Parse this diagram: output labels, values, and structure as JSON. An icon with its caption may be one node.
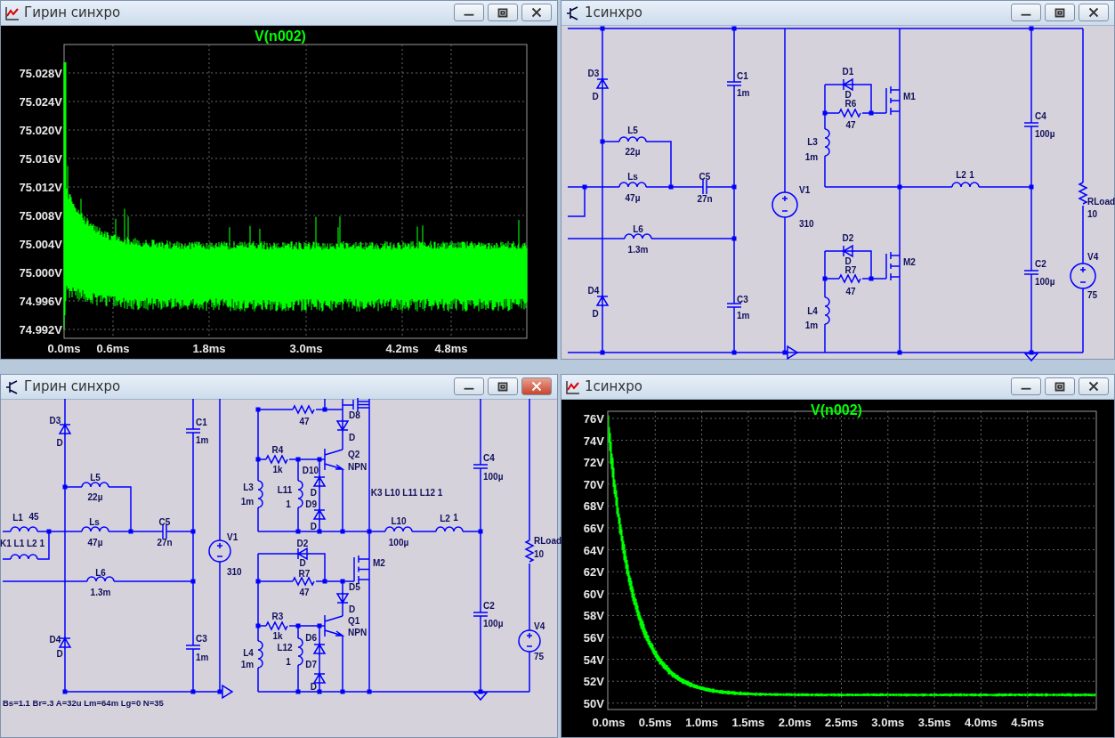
{
  "diagram": {
    "nodes": [
      {
        "text": [
          "Гирин синхро"
        ]
      },
      {
        "text": [
          "1синхро"
        ]
      },
      {
        "text": [
          "Гирин синхро"
        ]
      },
      {
        "text": [
          "1синхро"
        ]
      }
    ],
    "labels": [
      "V(n002)",
      "75.028V",
      "75.024V",
      "75.020V",
      "75.016V",
      "75.012V",
      "75.008V",
      "75.004V",
      "75.000V",
      "74.996V",
      "74.992V",
      "0.0ms",
      "0.6ms",
      "1.8ms",
      "3.0ms",
      "4.2ms",
      "4.8ms",
      "D3",
      "C1",
      "D1",
      "D",
      "1m",
      "D",
      "M1",
      "R6",
      "C4",
      "L5",
      "47",
      "100µ",
      "L3",
      "22µ",
      "1m",
      "Ls",
      "C5",
      "L2",
      "1",
      "V1",
      "47µ",
      "27n",
      "RLoad",
      "10",
      "310",
      "L6",
      "D2",
      "1.3m",
      "D",
      "M2",
      "C2",
      "V4",
      "R7",
      "100µ",
      "D4",
      "C3",
      "47",
      "75",
      "D",
      "1m",
      "L4",
      "1m",
      "D3",
      "C1",
      "47",
      "D8",
      "D",
      "1m",
      "D",
      "R4",
      "Q2",
      "C4",
      "1k",
      "D10",
      "NPN",
      "L5",
      "100µ",
      "22µ",
      "L3",
      "L11",
      "D",
      "K3 L10 L11 L12 1",
      "1m",
      "1",
      "D9",
      "L1",
      "45",
      "Ls",
      "C5",
      "D",
      "L10",
      "L2",
      "1",
      "K1 L1 L2 1",
      "47µ",
      "27n",
      "V1",
      "D2",
      "100µ",
      "RLoad",
      "10",
      "D",
      "M2",
      "L6",
      "310",
      "R7",
      "1.3m",
      "47",
      "D5",
      "D",
      "C2",
      "R3",
      "Q1",
      "100µ",
      "V4",
      "D4",
      "C3",
      "1k",
      "D6",
      "NPN",
      "D",
      "1m",
      "L4",
      "L12",
      "75",
      "1m",
      "1",
      "D7",
      "D",
      "Bs=1.1 Br=.3 A=32u Lm=64m Lg=0 N=35",
      "V(n002)",
      "76V",
      "74V",
      "72V",
      "70V",
      "68V",
      "66V",
      "64V",
      "62V",
      "60V",
      "58V",
      "56V",
      "54V",
      "52V",
      "50V",
      "0.0ms",
      "0.5ms",
      "1.0ms",
      "1.5ms",
      "2.0ms",
      "2.5ms",
      "3.0ms",
      "3.5ms",
      "4.0ms",
      "4.5ms"
    ]
  }
}
